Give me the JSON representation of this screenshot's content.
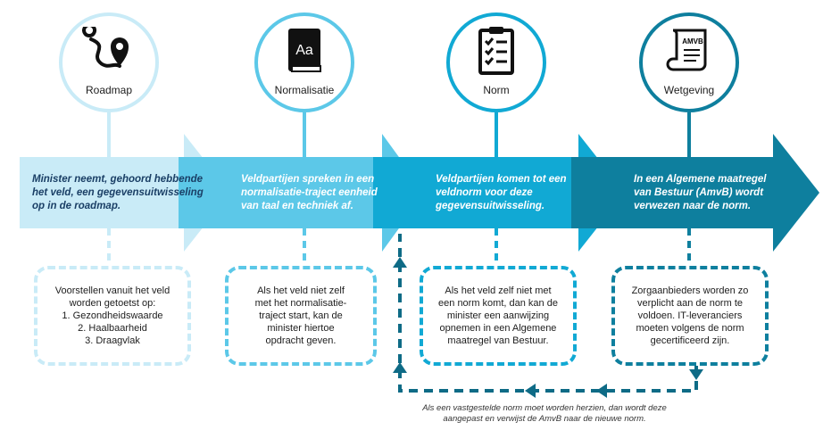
{
  "steps": [
    {
      "title": "Roadmap",
      "icon": "roadmap-pin-icon",
      "arrow_text": "Minister neemt, gehoord hebbende\nhet veld, een gegevensuitwisseling\nop in de roadmap.",
      "box_text": "Voorstellen vanuit het veld\nworden getoetst op:\n1. Gezondheidswaarde\n2. Haalbaarheid\n3. Draagvlak",
      "color": "#c9ebf7"
    },
    {
      "title": "Normalisatie",
      "icon": "dictionary-book-icon",
      "arrow_text": "Veldpartijen spreken in een\nnormalisatie-traject eenheid\nvan taal en techniek af.",
      "box_text": "Als het veld niet zelf\nmet het normalisatie-\ntraject start, kan de\nminister hiertoe\nopdracht geven.",
      "color": "#5cc8e8"
    },
    {
      "title": "Norm",
      "icon": "checklist-clipboard-icon",
      "arrow_text": "Veldpartijen komen tot een\nveldnorm voor deze\ngegevensuitwisseling.",
      "box_text": "Als het veld zelf niet met\neen norm komt, dan kan de\nminister een aanwijzing\nopnemen in een Algemene\nmaatregel van Bestuur.",
      "color": "#11a9d4"
    },
    {
      "title": "Wetgeving",
      "icon": "amvb-scroll-icon",
      "icon_label": "AMVB",
      "arrow_text": "In een Algemene maatregel\nvan Bestuur (AmvB) wordt\nverwezen naar de norm.",
      "box_text": "Zorgaanbieders worden zo\nverplicht aan de norm te\nvoldoen. IT-leveranciers\nmoeten volgens de norm\ngecertificeerd zijn.",
      "color": "#0e7f9e"
    }
  ],
  "feedback_note": "Als een vastgestelde norm moet worden herzien, dan wordt deze\naangepast en verwijst de AmvB naar de nieuwe norm.",
  "colors": {
    "feedback_line": "#0e6b86",
    "text_dark": "#1d1d1d"
  }
}
